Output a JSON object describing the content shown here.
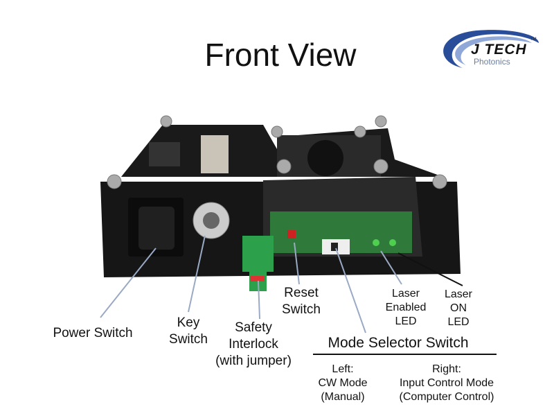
{
  "title": "Front View",
  "logo": {
    "name": "J TECH",
    "sub": "Photonics",
    "tm": "TM"
  },
  "labels": {
    "power_switch": "Power Switch",
    "key_switch": [
      "Key",
      "Switch"
    ],
    "safety_interlock": [
      "Safety",
      "Interlock",
      "(with jumper)"
    ],
    "reset_switch": [
      "Reset",
      "Switch"
    ],
    "laser_enabled_led": [
      "Laser",
      "Enabled",
      "LED"
    ],
    "laser_on_led": [
      "Laser",
      "ON",
      "LED"
    ],
    "mode_selector": "Mode Selector Switch",
    "mode_left": [
      "Left:",
      "CW Mode",
      "(Manual)"
    ],
    "mode_right": [
      "Right:",
      "Input Control Mode",
      "(Computer Control)"
    ]
  },
  "colors": {
    "leader_line": "#9aaac4",
    "logo_blue": "#2a4d9a",
    "pcb_green": "#2f7a3a"
  }
}
